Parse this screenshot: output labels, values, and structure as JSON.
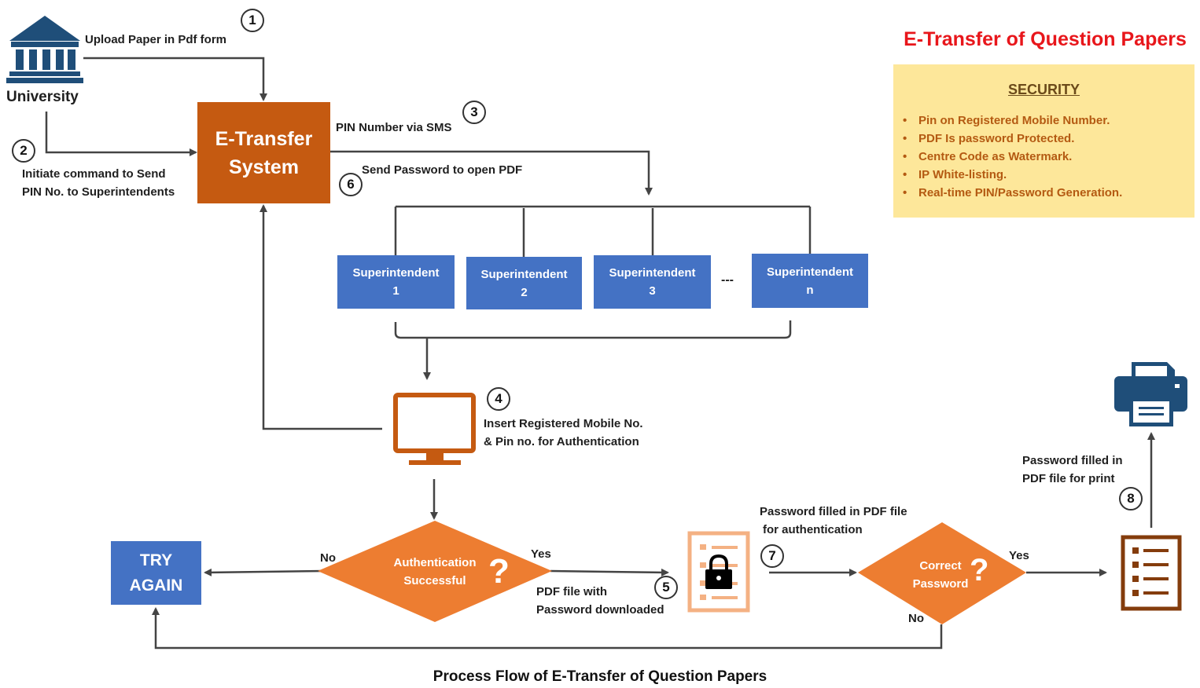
{
  "title": "E-Transfer of Question Papers",
  "caption": "Process Flow of E-Transfer of Question Papers",
  "colors": {
    "orange_dark": "#c55a11",
    "orange_light": "#ed7d31",
    "blue": "#4472c4",
    "navy": "#1f4e79",
    "security_bg": "#fde79a",
    "title_red": "#e8161b"
  },
  "university": {
    "label": "University",
    "icon": "university-building-icon"
  },
  "etransfer": {
    "line1": "E-Transfer",
    "line2": "System"
  },
  "steps": {
    "s1": {
      "number": "1",
      "label": "Upload Paper in Pdf form"
    },
    "s2": {
      "number": "2",
      "line1": "Initiate command to Send",
      "line2": "PIN No. to Superintendents"
    },
    "s3": {
      "number": "3",
      "label": "PIN Number via SMS"
    },
    "s4": {
      "number": "4",
      "line1": "Insert Registered Mobile No.",
      "line2": "& Pin no. for Authentication"
    },
    "s5": {
      "number": "5",
      "line1": "PDF file with",
      "line2": "Password downloaded"
    },
    "s6": {
      "number": "6",
      "label": "Send Password to open PDF"
    },
    "s7": {
      "number": "7",
      "line1": "Password filled in PDF file",
      "line2": "for authentication"
    },
    "s8": {
      "number": "8",
      "line1": "Password filled in",
      "line2": "PDF file for print"
    }
  },
  "superintendents": [
    {
      "name": "Superintendent",
      "id": "1"
    },
    {
      "name": "Superintendent",
      "id": "2"
    },
    {
      "name": "Superintendent",
      "id": "3"
    },
    {
      "name": "Superintendent",
      "id": "n"
    }
  ],
  "ellipsis": "---",
  "auth_decision": {
    "line1": "Authentication",
    "line2": "Successful",
    "yes": "Yes",
    "no": "No"
  },
  "password_decision": {
    "line1": "Correct",
    "line2": "Password",
    "yes": "Yes",
    "no": "No"
  },
  "try_again": {
    "line1": "TRY",
    "line2": "AGAIN"
  },
  "security": {
    "heading": "SECURITY",
    "items": [
      "Pin on Registered Mobile Number.",
      "PDF Is password Protected.",
      "Centre Code as Watermark.",
      "IP White-listing.",
      "Real-time PIN/Password Generation."
    ]
  },
  "icons": [
    "university-building-icon",
    "monitor-icon",
    "locked-document-icon",
    "checklist-document-icon",
    "printer-icon",
    "question-mark-icon"
  ]
}
